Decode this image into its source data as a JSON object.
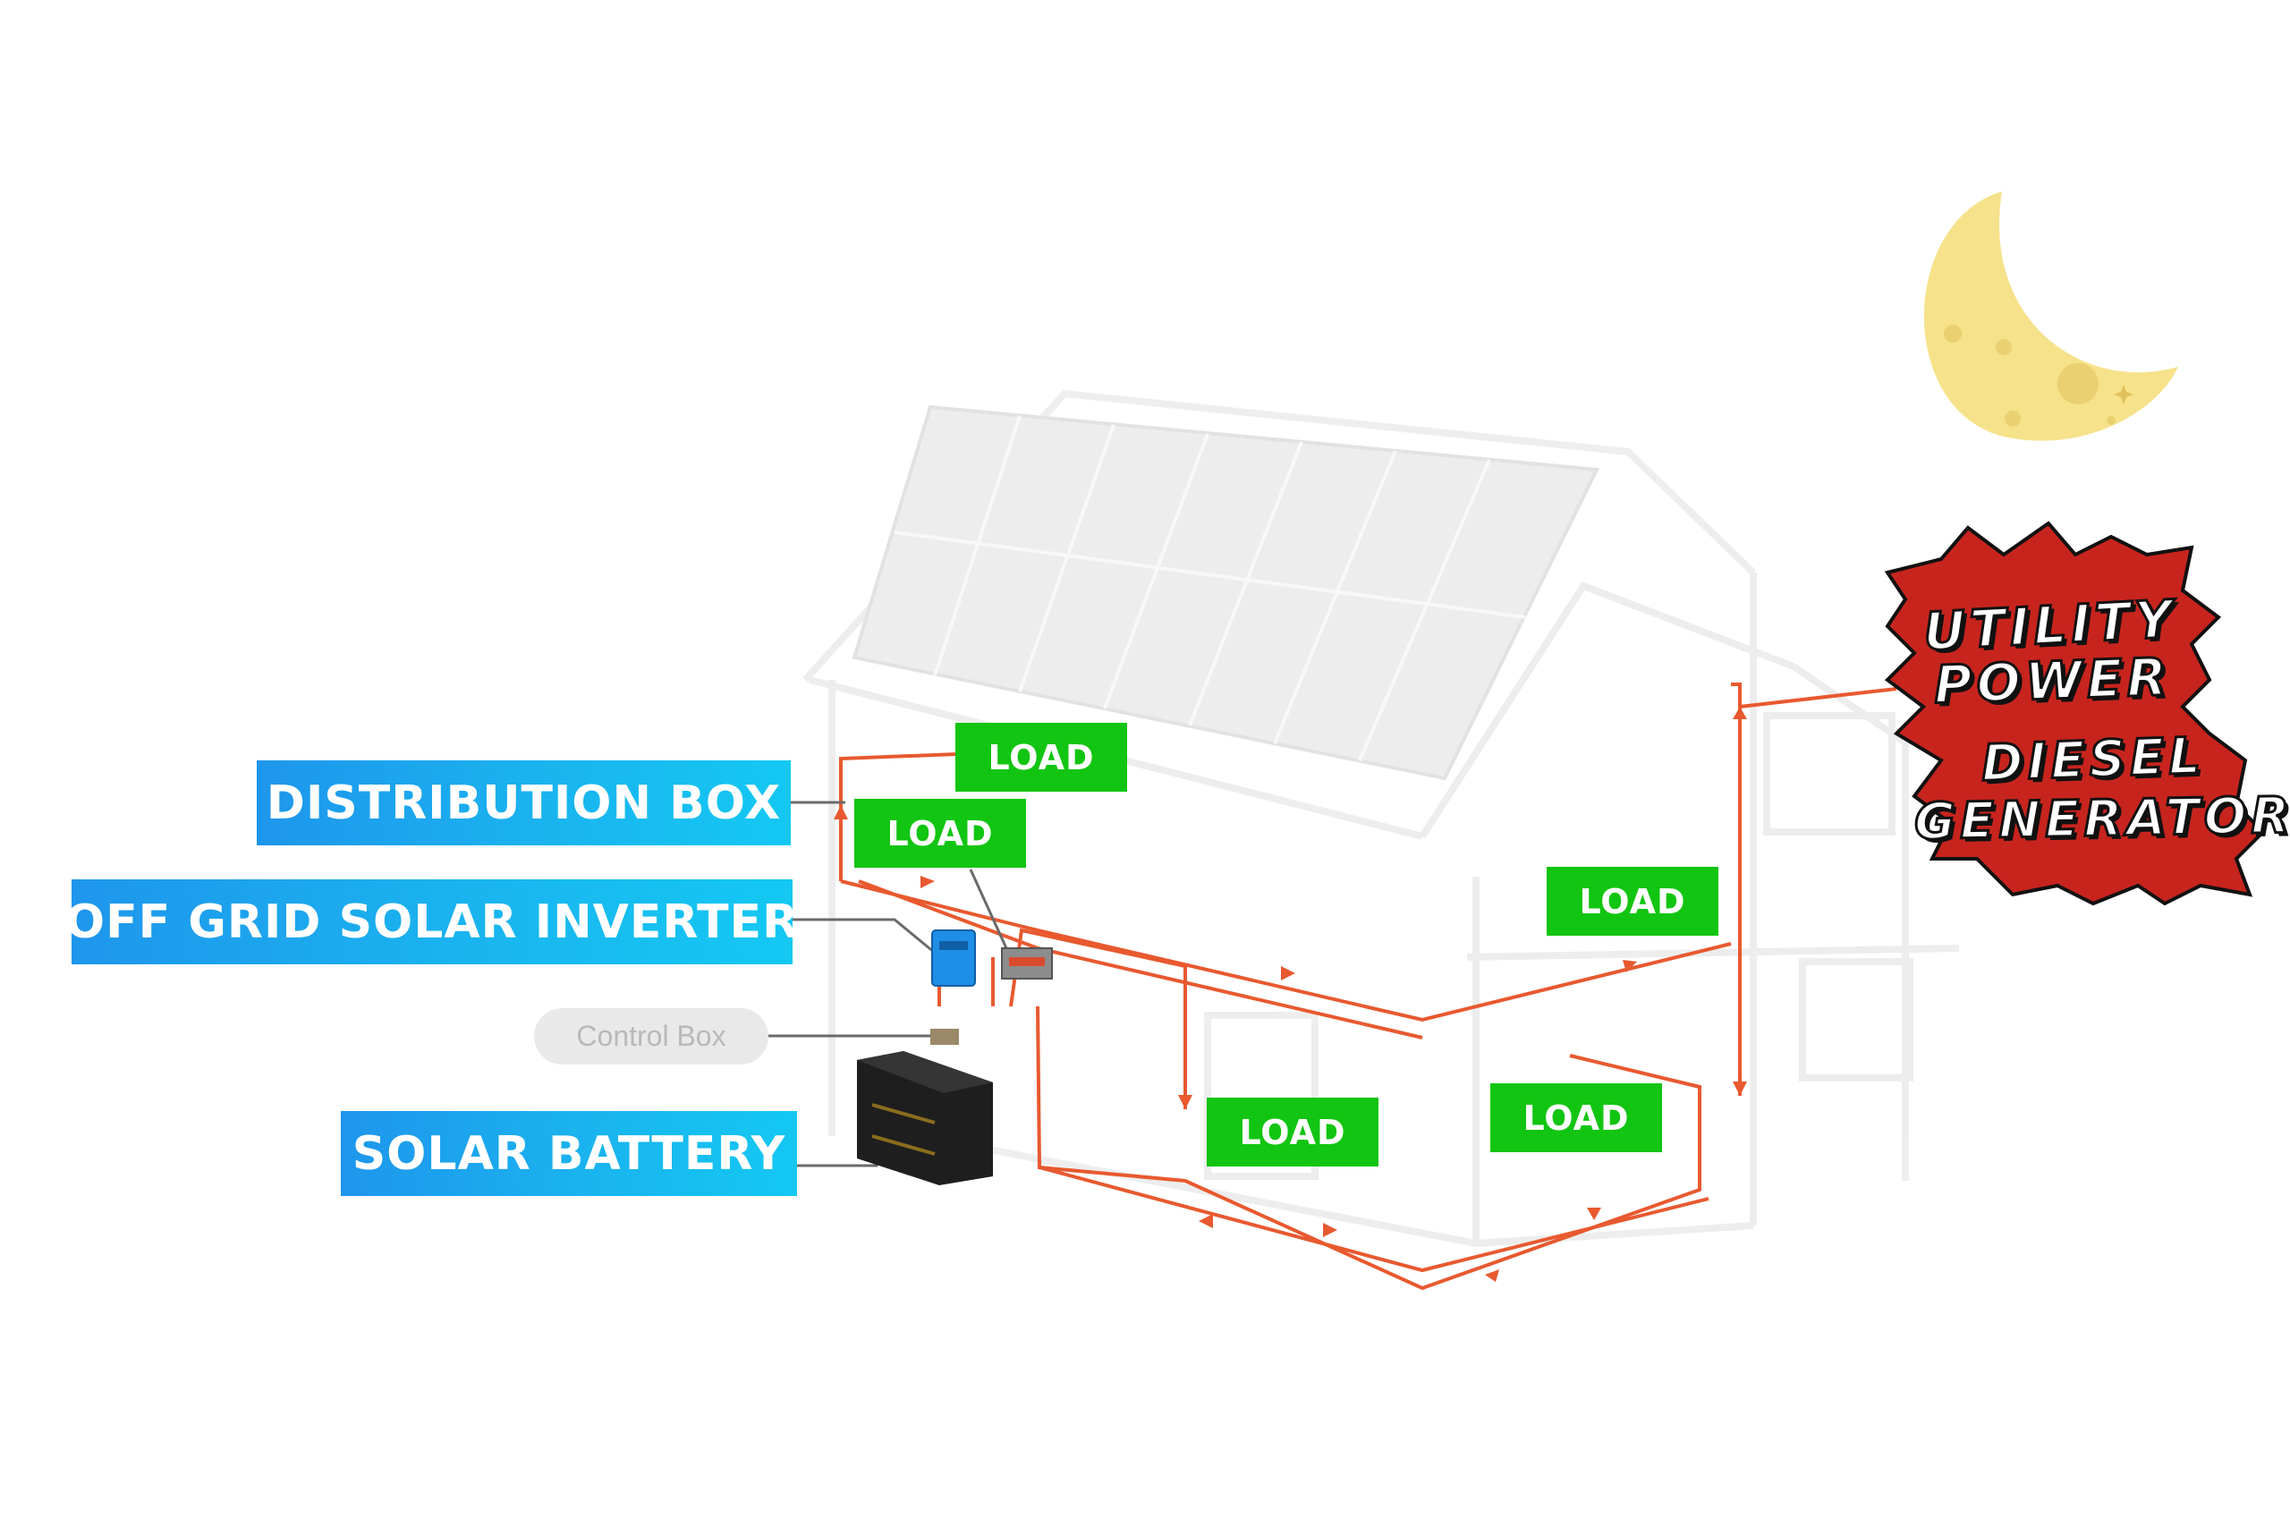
{
  "labels": {
    "distribution_box": "DISTRIBUTION BOX",
    "inverter": "OFF GRID SOLAR INVERTER",
    "control_box": "Control Box",
    "battery": "SOLAR BATTERY"
  },
  "loads": [
    "LOAD",
    "LOAD",
    "LOAD",
    "LOAD",
    "LOAD"
  ],
  "badge": {
    "utility_line1": "UTILITY",
    "utility_line2": "POWER",
    "generator_line1": "DIESEL",
    "generator_line2": "GENERATOR"
  },
  "colors": {
    "callout_blue": "#1aa9ee",
    "load_green": "#12c512",
    "wire_orange": "#e8592f",
    "starburst_red": "#c8241e",
    "moon_yellow": "#f6e28a"
  },
  "icons": [
    "moon-icon",
    "starburst-badge",
    "house-illustration",
    "solar-panel-array",
    "inverter-device",
    "battery-device"
  ]
}
